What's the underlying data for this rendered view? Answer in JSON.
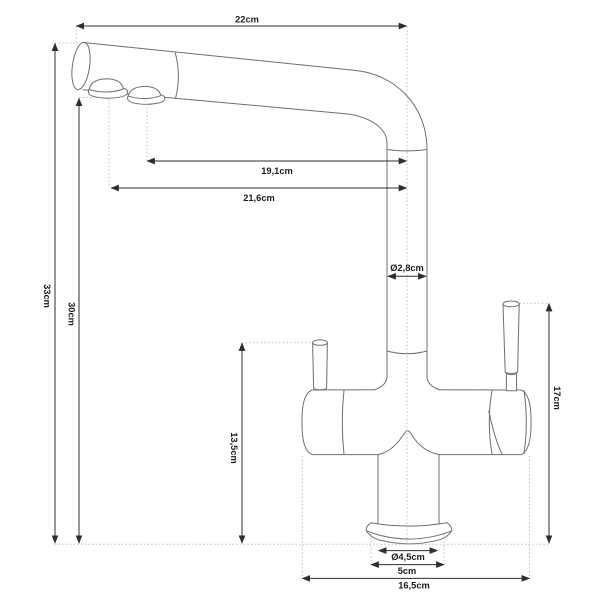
{
  "drawing": {
    "type": "technical-dimension-drawing",
    "subject": "three-way kitchen faucet, side view with dimension annotations",
    "colors": {
      "outline": "#6f6f6f",
      "dimension": "#2e2e2e",
      "reference": "#c0c0c0",
      "label": "#1c1c1c",
      "background": "#ffffff"
    },
    "labels": {
      "spout_width": "22cm",
      "aerator_rear_reach": "19,1cm",
      "aerator_front_reach": "21,6cm",
      "column_diameter": "Ø2,8cm",
      "overall_height": "33cm",
      "spout_height": "30cm",
      "left_handle_height": "13,5cm",
      "right_handle_height": "17cm",
      "base_diameter": "Ø4,5cm",
      "base_width": "5cm",
      "overall_width": "16,5cm"
    }
  }
}
